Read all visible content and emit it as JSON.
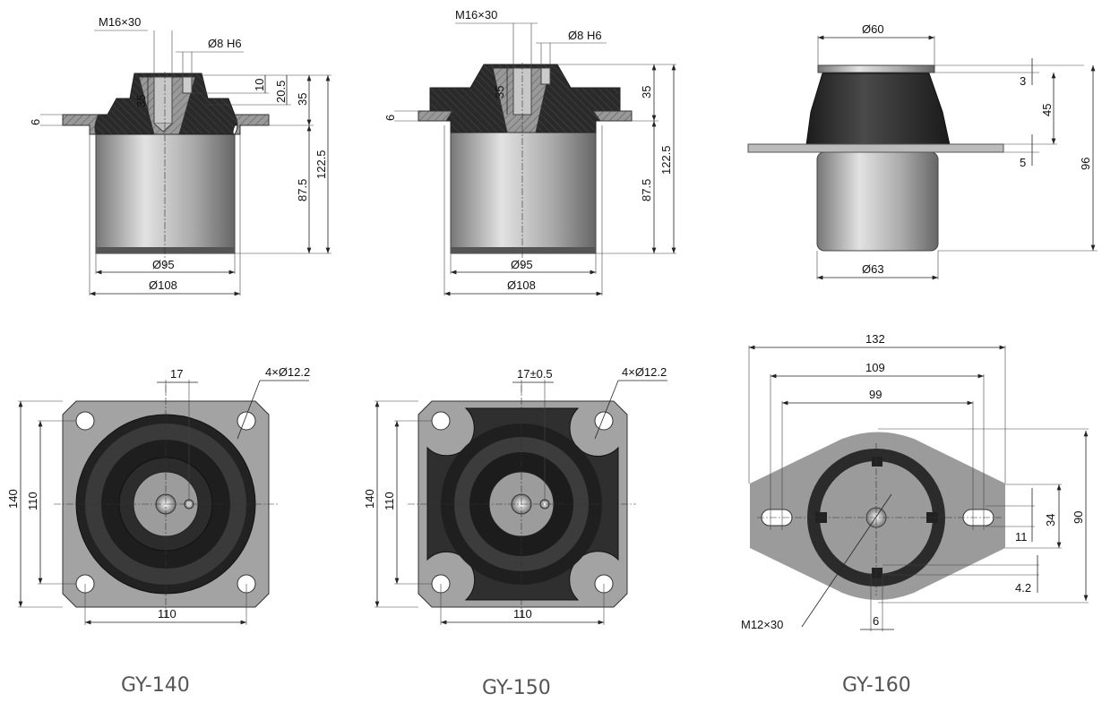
{
  "models": [
    {
      "name": "GY-140",
      "side": {
        "thread": "M16×30",
        "pin": "Ø8 H6",
        "flange_t": "6",
        "d10": "10",
        "d20": "20.5",
        "h35a": "35",
        "h35b": "35",
        "h87": "87.5",
        "h122": "122.5",
        "dia_inner": "Ø95",
        "dia_outer": "Ø108"
      },
      "top": {
        "pitch": "17",
        "holes": "4×Ø12.2",
        "outer": "140",
        "inner": "110",
        "bottom": "110"
      }
    },
    {
      "name": "GY-150",
      "side": {
        "thread": "M16×30",
        "pin": "Ø8 H6",
        "flange_t": "6",
        "h35a": "35",
        "h35b": "35",
        "h87": "87.5",
        "h122": "122.5",
        "dia_inner": "Ø95",
        "dia_outer": "Ø108"
      },
      "top": {
        "pitch": "17±0.5",
        "holes": "4×Ø12.2",
        "outer": "140",
        "inner": "110",
        "bottom": "110"
      }
    },
    {
      "name": "GY-160",
      "side": {
        "top_dia": "Ø60",
        "t3": "3",
        "h45": "45",
        "h96": "96",
        "t5": "5",
        "bottom_dia": "Ø63"
      },
      "top": {
        "w132": "132",
        "w109": "109",
        "w99": "99",
        "h90": "90",
        "h34": "34",
        "slot": "11",
        "r42": "4.2",
        "key": "6",
        "thread": "M12×30"
      }
    }
  ],
  "colors": {
    "rubber": "#2e2e2e",
    "steel": "#a8a8a8",
    "plate": "#9a9a9a",
    "label": "#555555"
  }
}
